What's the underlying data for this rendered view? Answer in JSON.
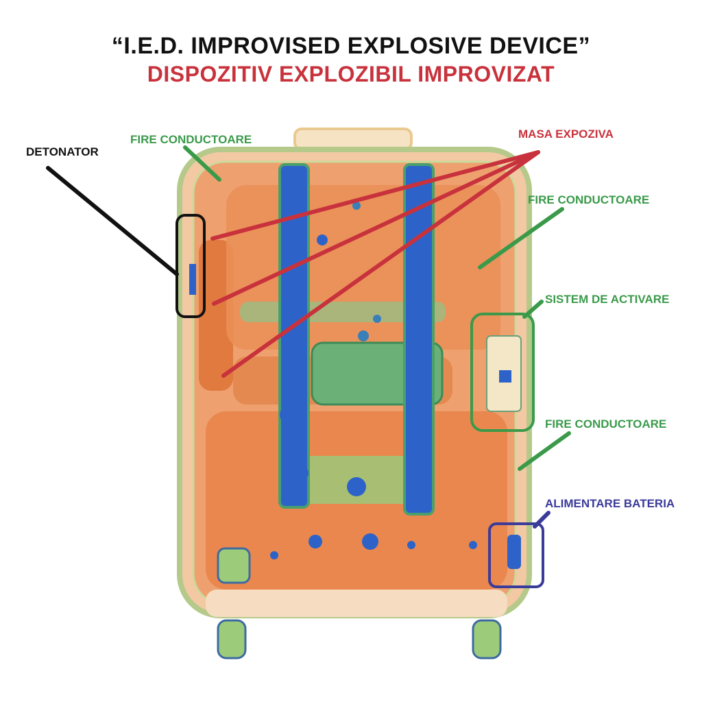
{
  "title": {
    "line1": "“I.E.D. IMPROVISED EXPLOSIVE DEVICE”",
    "line2": "DISPOZITIV EXPLOZIBIL IMPROVIZAT"
  },
  "labels": {
    "detonator": "DETONATOR",
    "wires_top": "FIRE CONDUCTOARE",
    "explosive_mass": "MASA EXPOZIVA",
    "wires_right": "FIRE CONDUCTOARE",
    "activation_system": "SISTEM DE ACTIVARE",
    "wires_lower": "FIRE CONDUCTOARE",
    "battery_supply": "ALIMENTARE BATERIA"
  },
  "colors": {
    "title_black": "#111111",
    "title_red": "#c8323c",
    "detonator": "#111111",
    "wires": "#3a9a4a",
    "explosive": "#c8323c",
    "activation": "#3a9a4a",
    "battery": "#3b3b9a",
    "xray_orange": "#e8814a",
    "xray_blue": "#2d63c8",
    "xray_green": "#5aa860"
  }
}
